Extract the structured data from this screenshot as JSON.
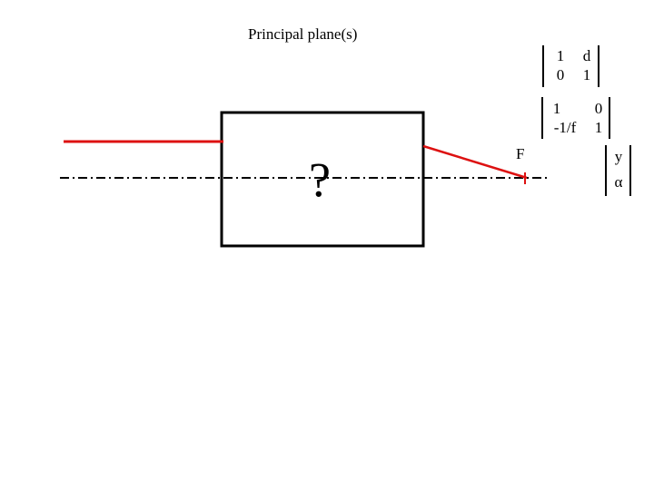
{
  "title": "Principal plane(s)",
  "box_label": "?",
  "focus_label": "F",
  "colors": {
    "ray": "#dd1111",
    "line": "#000000"
  },
  "matrices": {
    "translation": {
      "r1c1": "1",
      "r1c2": "d",
      "r2c1": "0",
      "r2c2": "1"
    },
    "lens": {
      "r1c1": "1",
      "r1c2": "0",
      "r2c1": "-1/f",
      "r2c2": "1"
    },
    "ray_vector": {
      "r1": "y",
      "r2": "α"
    }
  }
}
